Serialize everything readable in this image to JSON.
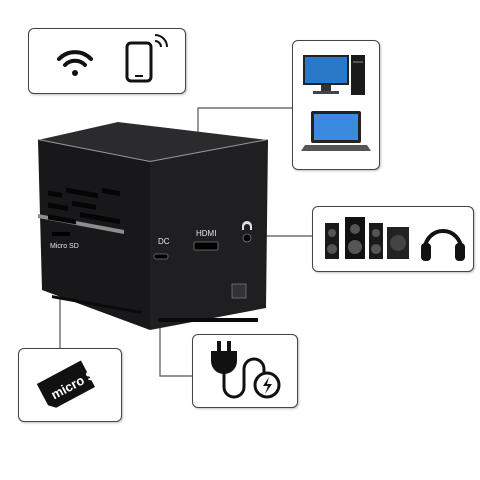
{
  "device": {
    "port_labels": {
      "microsd": "Micro SD",
      "dc": "DC",
      "hdmi": "HDMI"
    }
  },
  "callouts": {
    "wireless": {
      "icons": [
        "wifi-icon",
        "smartphone-icon"
      ]
    },
    "display": {
      "icons": [
        "desktop-computer-icon",
        "laptop-icon"
      ]
    },
    "audio": {
      "icons": [
        "speaker-system-icon",
        "headphones-icon"
      ]
    },
    "power": {
      "icons": [
        "power-plug-icon"
      ]
    },
    "storage": {
      "icons": [
        "microsd-card-icon"
      ],
      "card_text": "micro SD"
    }
  },
  "colors": {
    "device_body": "#1c1c1e",
    "device_top": "#2a2a2c",
    "trim": "#9a9a9a",
    "screen_blue": "#2a78c8"
  }
}
